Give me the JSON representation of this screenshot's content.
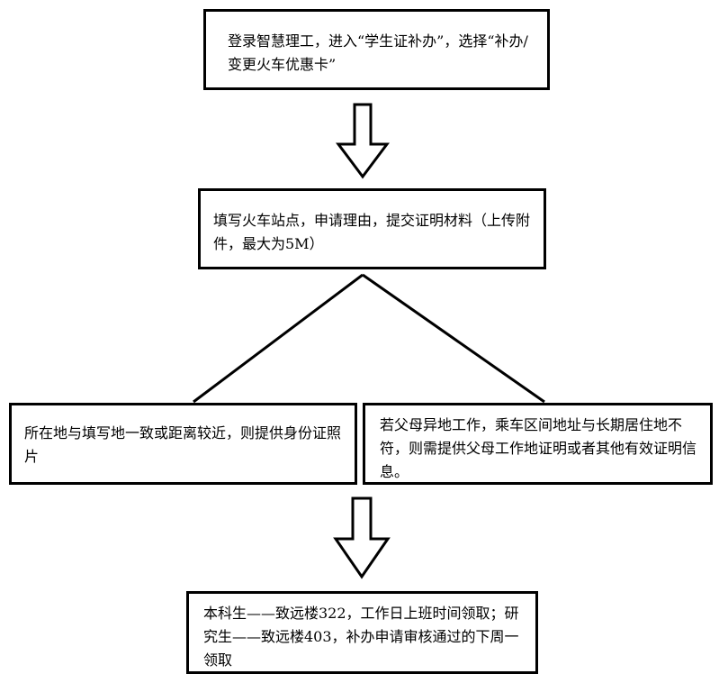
{
  "steps": [
    {
      "text": "登录智慧理工，进入“学生证补办”，选择“补办/变更火车优惠卡”"
    },
    {
      "text": "填写火车站点，申请理由，提交证明材料（上传附件，最大为5M）"
    },
    {
      "text": "所在地与填写地一致或距离较近，则提供身份证照片"
    },
    {
      "text": "若父母异地工作，乘车区间地址与长期居住地不符，则需提供父母工作地证明或者其他有效证明信息。"
    },
    {
      "text": "本科生——致远楼322，工作日上班时间领取；研究生——致远楼403，补办申请审核通过的下周一领取"
    }
  ]
}
